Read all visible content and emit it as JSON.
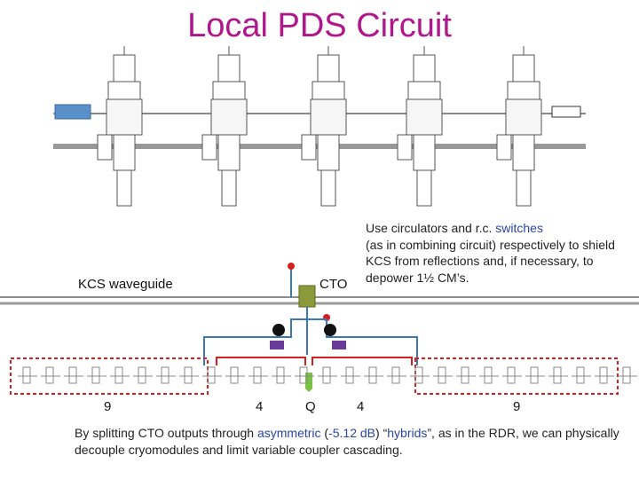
{
  "title": "Local PDS Circuit",
  "note": {
    "part1": "Use circulators and r.c. ",
    "part2": "switches",
    "part3": "(as in combining circuit) respectively to shield KCS from reflections and, if necessary, to depower 1½ CM’s."
  },
  "labels": {
    "kcs_waveguide": "KCS waveguide",
    "cto": "CTO",
    "left_group": "9",
    "mid_left_group": "4",
    "center": "Q",
    "mid_right_group": "4",
    "right_group": "9"
  },
  "bottom_text": {
    "part1": "By splitting CTO outputs through ",
    "part2": "asymmetric",
    "part3": " (",
    "part4": "-5.12 dB",
    "part5": ") “",
    "part6": "hybrids",
    "part7": "”, as in the RDR, we can physically decouple cryomodules and limit variable coupler cascading."
  },
  "colors": {
    "title": "#b0178c",
    "highlight": "#2a45a8",
    "red": "#d42020",
    "blue": "#3a78b8",
    "purple": "#6a3a9a",
    "green": "#6aa83a"
  }
}
